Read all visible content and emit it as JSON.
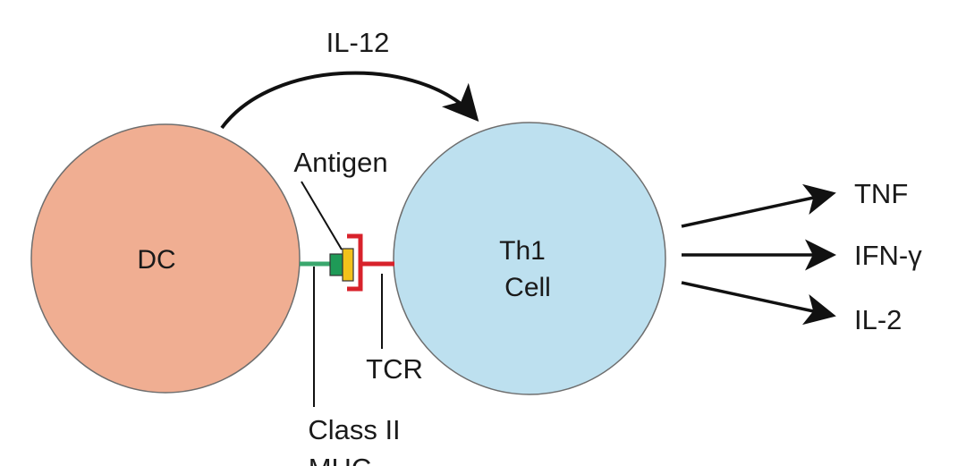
{
  "colors": {
    "dc_fill": "#f0ae92",
    "th1_fill": "#bde0ef",
    "mhc_stem": "#3aa76d",
    "mhc_block": "#1f9a57",
    "antigen": "#f2c21b",
    "tcr": "#d8222b",
    "outline": "#6e6e6e",
    "line": "#111111"
  },
  "labels": {
    "il12": "IL-12",
    "antigen": "Antigen",
    "dc": "DC",
    "th1_line1": "Th1",
    "th1_line2": "Cell",
    "tcr": "TCR",
    "mhc_line1": "Class II",
    "mhc_line2": "MHC"
  },
  "outputs": [
    {
      "label": "TNF"
    },
    {
      "label": "IFN-γ"
    },
    {
      "label": "IL-2"
    }
  ]
}
